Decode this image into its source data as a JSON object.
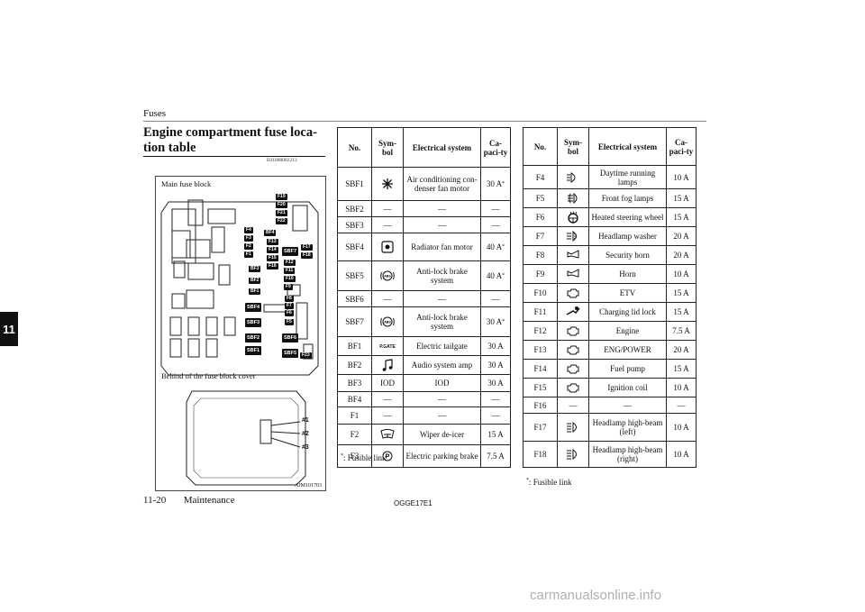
{
  "header": {
    "title": "Fuses"
  },
  "section": {
    "title": "Engine compartment fuse loca-tion table",
    "code": "E01008002213"
  },
  "chapter": {
    "number": "11"
  },
  "figure": {
    "main_label": "Main fuse block",
    "cover_label": "Behind of the fuse block cover",
    "code": "AJM101703",
    "fuse_labels": {
      "F19": "F19",
      "F20": "F20",
      "F21": "F21",
      "F22": "F22",
      "BF4": "BF4",
      "F4": "F4",
      "F3": "F3",
      "F2": "F2",
      "F1": "F1",
      "F13": "F13",
      "F14": "F14",
      "F15": "F15",
      "F16": "F16",
      "SBF7": "SBF7",
      "F17": "F17",
      "F18": "F18",
      "F12": "F12",
      "F11": "F11",
      "F10": "F10",
      "F9": "F9",
      "BF3": "BF3",
      "BF2": "BF2",
      "BF1": "BF1",
      "F8": "F8",
      "F7": "F7",
      "F6": "F6",
      "F5": "F5",
      "SBF4": "SBF4",
      "SBF3": "SBF3",
      "SBF2": "SBF2",
      "SBF1": "SBF1",
      "SBF6": "SBF6",
      "SBF5": "SBF5",
      "F23": "F23"
    },
    "callouts": [
      "#1",
      "#2",
      "#3"
    ]
  },
  "table_left": {
    "headers": {
      "no": "No.",
      "symbol": "Sym-bol",
      "system": "Electrical system",
      "capacity": "Ca-paci-ty"
    },
    "rows": [
      {
        "no": "SBF1",
        "icon": "ac-fan-icon",
        "system": "Air conditioning con-denser fan motor",
        "cap": "30 A",
        "fusible": true
      },
      {
        "no": "SBF2",
        "icon": "",
        "system": "—",
        "cap": "—",
        "symbol_text": "—"
      },
      {
        "no": "SBF3",
        "icon": "",
        "system": "—",
        "cap": "—",
        "symbol_text": "—"
      },
      {
        "no": "SBF4",
        "icon": "radiator-fan-icon",
        "system": "Radiator fan motor",
        "cap": "40 A",
        "fusible": true
      },
      {
        "no": "SBF5",
        "icon": "abs-icon",
        "system": "Anti-lock brake system",
        "cap": "40 A",
        "fusible": true
      },
      {
        "no": "SBF6",
        "icon": "",
        "system": "—",
        "cap": "—",
        "symbol_text": "—"
      },
      {
        "no": "SBF7",
        "icon": "abs-icon",
        "system": "Anti-lock brake system",
        "cap": "30 A",
        "fusible": true
      },
      {
        "no": "BF1",
        "icon": "tailgate-icon",
        "system": "Electric tailgate",
        "cap": "30 A",
        "symbol_text": "P.GATE"
      },
      {
        "no": "BF2",
        "icon": "audio-icon",
        "system": "Audio system amp",
        "cap": "30 A"
      },
      {
        "no": "BF3",
        "icon": "",
        "system": "IOD",
        "cap": "30 A",
        "symbol_text": "IOD"
      },
      {
        "no": "BF4",
        "icon": "",
        "system": "—",
        "cap": "—",
        "symbol_text": "—"
      },
      {
        "no": "F1",
        "icon": "",
        "system": "—",
        "cap": "—",
        "symbol_text": "—"
      },
      {
        "no": "F2",
        "icon": "wiper-deicer-icon",
        "system": "Wiper de-icer",
        "cap": "15 A"
      },
      {
        "no": "F3",
        "icon": "parking-brake-icon",
        "system": "Electric parking brake",
        "cap": "7.5 A"
      }
    ],
    "footnote_mark": "*",
    "footnote": ": Fusible link"
  },
  "table_right": {
    "headers": {
      "no": "No.",
      "symbol": "Sym-bol",
      "system": "Electrical system",
      "capacity": "Ca-paci-ty"
    },
    "rows": [
      {
        "no": "F4",
        "icon": "daytime-lamp-icon",
        "system": "Daytime running lamps",
        "cap": "10 A"
      },
      {
        "no": "F5",
        "icon": "fog-lamp-icon",
        "system": "Front fog lamps",
        "cap": "15 A"
      },
      {
        "no": "F6",
        "icon": "heated-wheel-icon",
        "system": "Heated steering wheel",
        "cap": "15 A"
      },
      {
        "no": "F7",
        "icon": "headlamp-washer-icon",
        "system": "Headlamp washer",
        "cap": "20 A"
      },
      {
        "no": "F8",
        "icon": "horn-icon",
        "system": "Security horn",
        "cap": "20 A"
      },
      {
        "no": "F9",
        "icon": "horn-icon",
        "system": "Horn",
        "cap": "10 A"
      },
      {
        "no": "F10",
        "icon": "engine-icon",
        "system": "ETV",
        "cap": "15 A"
      },
      {
        "no": "F11",
        "icon": "charging-lid-icon",
        "system": "Charging lid lock",
        "cap": "15 A"
      },
      {
        "no": "F12",
        "icon": "engine-icon",
        "system": "Engine",
        "cap": "7.5 A"
      },
      {
        "no": "F13",
        "icon": "engine-icon",
        "system": "ENG/POWER",
        "cap": "20 A"
      },
      {
        "no": "F14",
        "icon": "engine-icon",
        "system": "Fuel pump",
        "cap": "15 A"
      },
      {
        "no": "F15",
        "icon": "engine-icon",
        "system": "Ignition coil",
        "cap": "10 A"
      },
      {
        "no": "F16",
        "icon": "",
        "system": "—",
        "cap": "—",
        "symbol_text": "—"
      },
      {
        "no": "F17",
        "icon": "high-beam-icon",
        "system": "Headlamp high-beam (left)",
        "cap": "10 A"
      },
      {
        "no": "F18",
        "icon": "high-beam-icon",
        "system": "Headlamp high-beam (right)",
        "cap": "10 A"
      }
    ],
    "footnote_mark": "*",
    "footnote": ": Fusible link"
  },
  "footer": {
    "page": "11-20",
    "section": "Maintenance",
    "doc_id": "OGGE17E1"
  },
  "watermark": "carmanualsonline.info"
}
